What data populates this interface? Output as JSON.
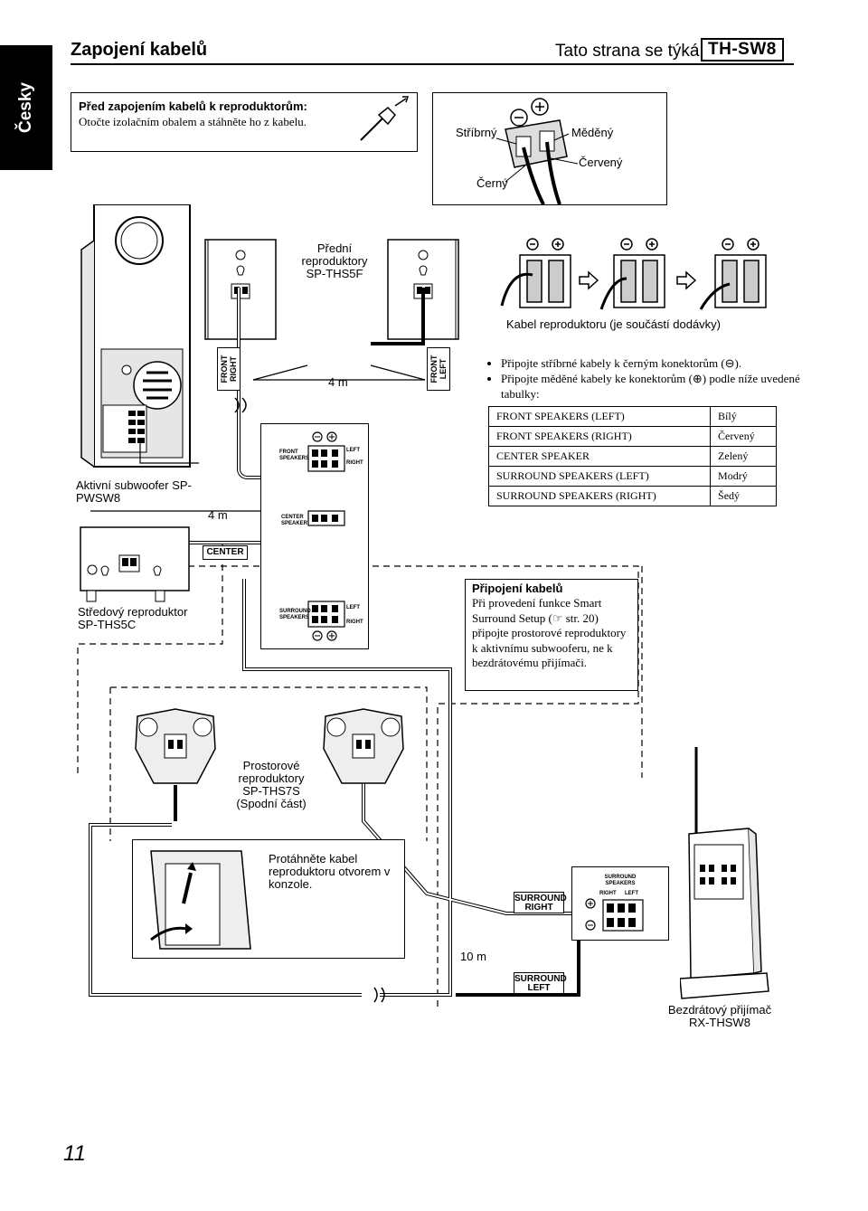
{
  "side_tab": "Česky",
  "header": {
    "title": "Zapojení kabelů",
    "applies": "Tato strana se týká",
    "model": "TH-SW8"
  },
  "prep_box": {
    "heading": "Před zapojením kabelů k reproduktorům:",
    "text": "Otočte izolačním obalem a stáhněte ho z kabelu."
  },
  "terminal_box": {
    "silver": "Stříbrný",
    "copper": "Měděný",
    "red": "Červený",
    "black": "Černý"
  },
  "front_speakers_label": "Přední reproduktory SP-THS5F",
  "speaker_cable_label": "Kabel reproduktoru (je součástí dodávky)",
  "notes": [
    "Připojte stříbrné kabely k černým konektorům (⊖).",
    "Připojte měděné kabely ke konektorům (⊕) podle níže uvedené tabulky:"
  ],
  "color_table": [
    {
      "speaker": "FRONT SPEAKERS (LEFT)",
      "color": "Bílý"
    },
    {
      "speaker": "FRONT SPEAKERS (RIGHT)",
      "color": "Červený"
    },
    {
      "speaker": "CENTER SPEAKER",
      "color": "Zelený"
    },
    {
      "speaker": "SURROUND SPEAKERS (LEFT)",
      "color": "Modrý"
    },
    {
      "speaker": "SURROUND SPEAKERS (RIGHT)",
      "color": "Šedý"
    }
  ],
  "tags": {
    "front_right": "FRONT RIGHT",
    "front_left": "FRONT LEFT",
    "center": "CENTER",
    "surround_right": "SURROUND RIGHT",
    "surround_left": "SURROUND LEFT"
  },
  "panel": {
    "front_speakers": "FRONT SPEAKERS",
    "center_speaker": "CENTER SPEAKER",
    "surround_speakers": "SURROUND SPEAKERS",
    "left": "LEFT",
    "right": "RIGHT"
  },
  "lengths": {
    "front": "4 m",
    "center": "4 m",
    "surround": "10 m"
  },
  "subwoofer_label": "Aktivní subwoofer SP-PWSW8",
  "center_speaker_label": "Středový reproduktor SP-THS5C",
  "connection_box": {
    "heading": "Připojení kabelů",
    "text": "Při provedení funkce Smart Surround Setup (☞ str. 20) připojte prostorové reproduktory k aktivnímu subwooferu, ne k bezdrátovému přijímači."
  },
  "surround_speakers_label": "Prostorové reproduktory SP-THS7S (Spodní část)",
  "bracket_label": "Protáhněte kabel reproduktoru otvorem v konzole.",
  "receiver_label": "Bezdrátový přijímač RX-THSW8",
  "page_number": "11"
}
